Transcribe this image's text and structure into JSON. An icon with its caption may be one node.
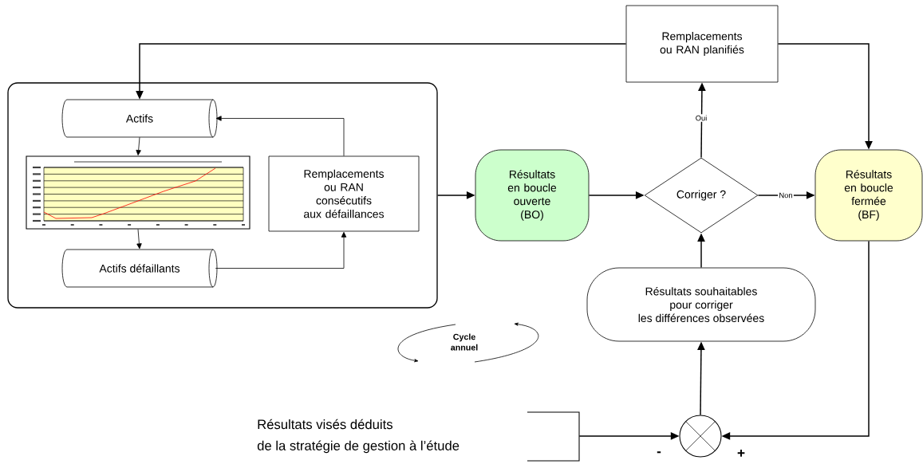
{
  "diagram": {
    "nodes": [
      {
        "text": [],
        "shape": "box"
      },
      {
        "text": [
          "Actifs"
        ],
        "in": 0
      },
      {
        "text": [],
        "shape": "picture",
        "in": 0
      },
      {
        "text": [
          "Actifs défaillants"
        ],
        "in": 0
      },
      {
        "text": [
          "Remplacements ou RAN consécutifs aux défaillances"
        ],
        "in": 0
      },
      {
        "text": [
          "Remplacements ou RAN planifiés"
        ]
      },
      {
        "text": [
          "Résultats en boucle ouverte (BO)"
        ]
      },
      {
        "text": [
          "Corriger ?"
        ]
      },
      {
        "text": [
          "Résultats en boucle fermée (BF)"
        ]
      },
      {
        "text": [
          "Résultats souhaitables pour corriger les différences observées"
        ]
      },
      {
        "text": [
          "Résultats visés déduits de la stratégie de gestion à l’étude"
        ]
      },
      {
        "text": [],
        "shape": "circle"
      }
    ],
    "edges": [
      {
        "from": 5,
        "to": 1,
        "arrow": "to"
      },
      {
        "from": 1,
        "to": 2,
        "arrow": "to"
      },
      {
        "from": 2,
        "to": 3,
        "arrow": "to"
      },
      {
        "from": 3,
        "to": 4,
        "arrow": "to"
      },
      {
        "from": 4,
        "to": 1,
        "arrow": "to"
      },
      {
        "from": 0,
        "to": 6,
        "arrow": "to"
      },
      {
        "from": 6,
        "to": 7,
        "arrow": "to"
      },
      {
        "from": 7,
        "to": 5,
        "arrow": "to",
        "label": "Oui"
      },
      {
        "from": 7,
        "to": 8,
        "arrow": "to",
        "label": "Non"
      },
      {
        "from": 5,
        "to": 8,
        "arrow": "to"
      },
      {
        "from": 9,
        "to": 7,
        "arrow": "to"
      },
      {
        "from": 11,
        "to": 9,
        "arrow": "to"
      },
      {
        "from": 10,
        "to": 11,
        "arrow": "to"
      },
      {
        "from": 8,
        "to": 11,
        "arrow": "to"
      }
    ],
    "labels": [
      "Cycle annuel",
      "-",
      "+"
    ]
  }
}
